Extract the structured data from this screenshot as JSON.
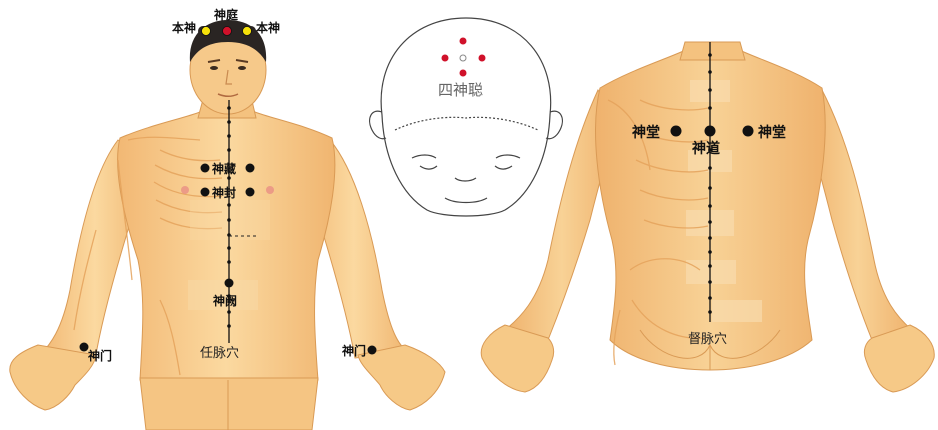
{
  "front": {
    "top_center_label": "神庭",
    "top_left_label": "本神",
    "top_right_label": "本神",
    "chest_upper_label": "神藏",
    "chest_lower_label": "神封",
    "navel_label": "神阙",
    "meridian_label": "任脉穴",
    "wrist_left_label": "神门",
    "wrist_right_label": "神门"
  },
  "head": {
    "label": "四神聪"
  },
  "back": {
    "left_label": "神堂",
    "right_label": "神堂",
    "center_label": "神道",
    "meridian_label": "督脉穴"
  },
  "colors": {
    "skin": "#f7cf8c",
    "skin_shade": "#e9a865",
    "bone": "#f3c17a",
    "point": "#111111",
    "red_point": "#d0112a",
    "yellow_point": "#f5e10a",
    "hair": "#2a2523"
  }
}
